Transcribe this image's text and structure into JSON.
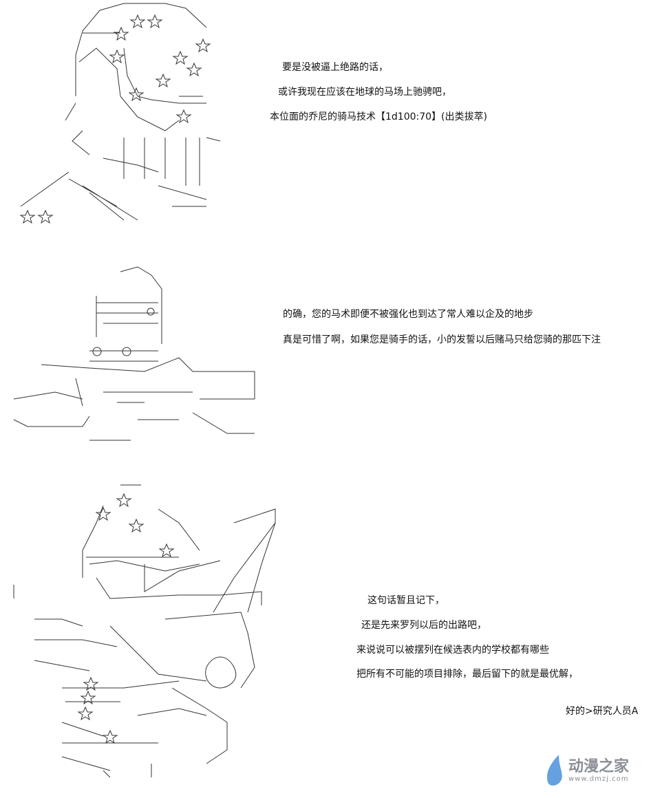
{
  "panels": [
    {
      "lines": [
        "要是没被逼上绝路的话，",
        "或许我现在应该在地球的马场上驰骋吧，",
        "本位面的乔尼的骑马技术【1d100:70】(出类拔萃)"
      ]
    },
    {
      "lines": [
        "的确，您的马术即便不被强化也到达了常人难以企及的地步",
        "真是可惜了啊，如果您是骑手的话，小的发誓以后赌马只给您骑的那匹下注"
      ]
    },
    {
      "lines": [
        "这句话暂且记下，",
        "还是先来罗列以后的出路吧，",
        "来说说可以被摆列在候选表内的学校都有哪些",
        "把所有不可能的项目排除，最后留下的就是最优解，"
      ],
      "signature": "好的>研究人员A"
    }
  ],
  "watermark": {
    "name": "动漫之家",
    "url": "www.dmzj.com",
    "color": "#4a90d9"
  }
}
